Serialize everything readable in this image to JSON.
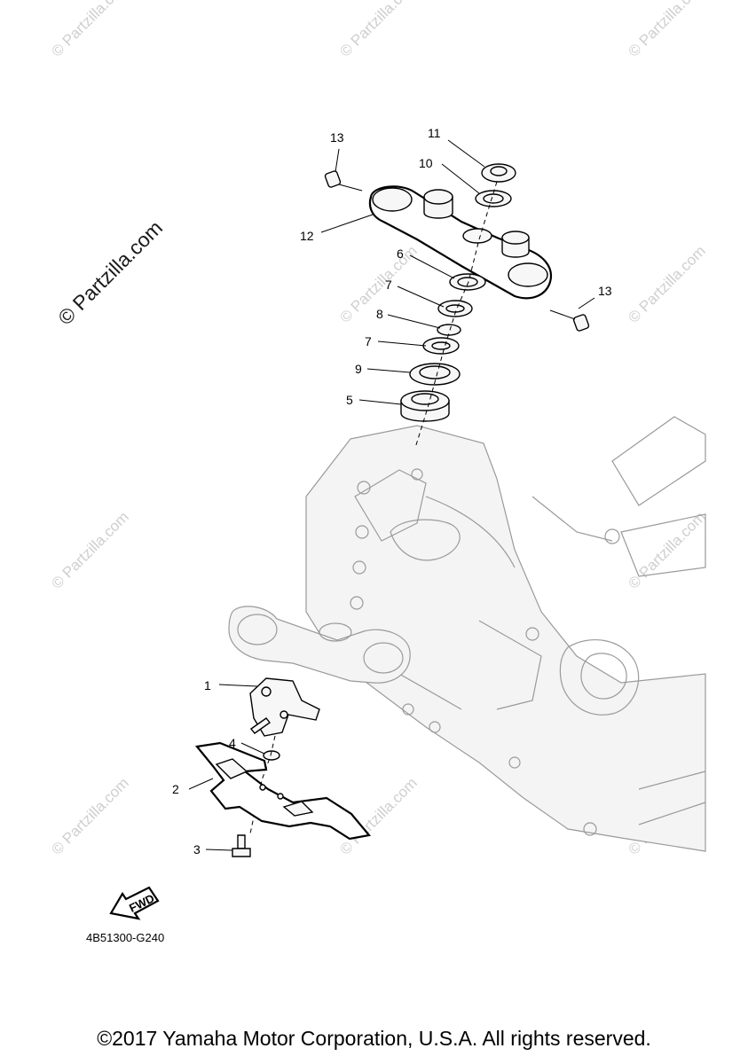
{
  "diagram": {
    "callouts": [
      "1",
      "2",
      "3",
      "4",
      "5",
      "6",
      "7",
      "7",
      "8",
      "9",
      "10",
      "11",
      "12",
      "13",
      "13"
    ],
    "fwd_label": "FWD",
    "drawing_code": "4B51300-G240",
    "watermark_large": "© Partzilla.com",
    "watermark_small": "© Partzilla.com"
  },
  "footer": {
    "copyright": "©2017 Yamaha Motor Corporation, U.S.A. All rights reserved."
  }
}
